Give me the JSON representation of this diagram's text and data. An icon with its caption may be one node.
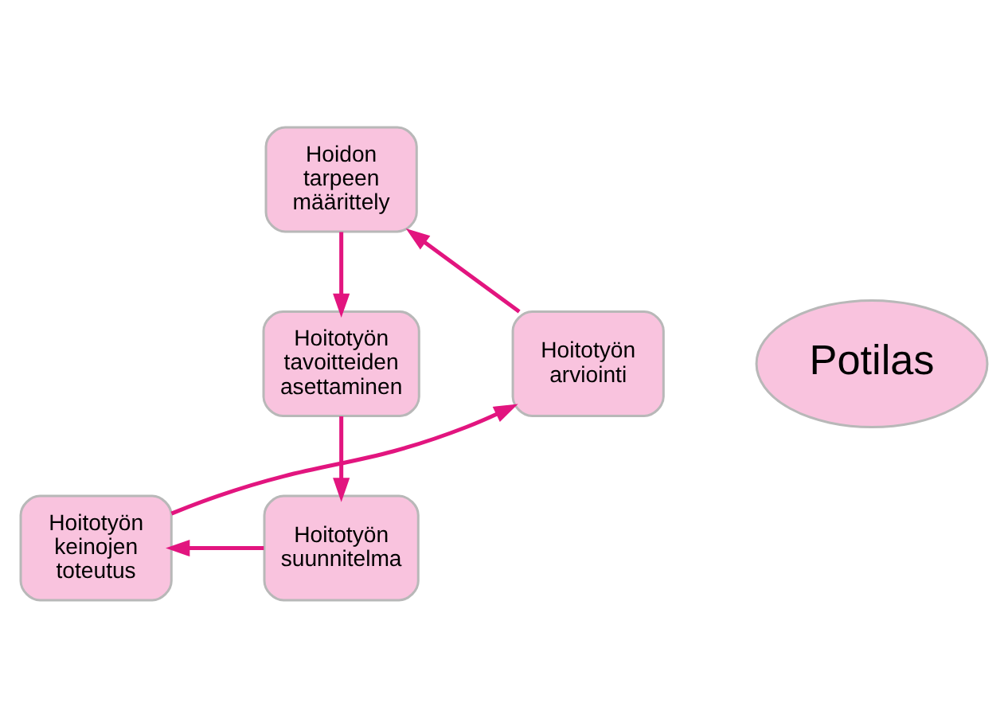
{
  "diagram": {
    "nodes": [
      {
        "text": [
          "Hoidon tarpeen määrittely"
        ]
      },
      {
        "text": [
          "Hoitotyön arviointi"
        ]
      },
      {
        "text": [
          "Potilas"
        ]
      },
      {
        "text": [
          "Hoitotyön tavoitteiden asettaminen"
        ]
      },
      {
        "text": [
          "Hoitotyön keinojen toteutus"
        ]
      },
      {
        "text": [
          "Hoitotyön suunnitelma"
        ]
      }
    ],
    "edges": [
      {
        "from": 0,
        "to": 3,
        "arrow": "to"
      },
      {
        "from": 3,
        "to": 5,
        "arrow": "to"
      },
      {
        "from": 5,
        "to": 4,
        "arrow": "to"
      },
      {
        "from": 4,
        "to": 1,
        "arrow": "to"
      },
      {
        "from": 1,
        "to": 0,
        "arrow": "to"
      }
    ]
  }
}
